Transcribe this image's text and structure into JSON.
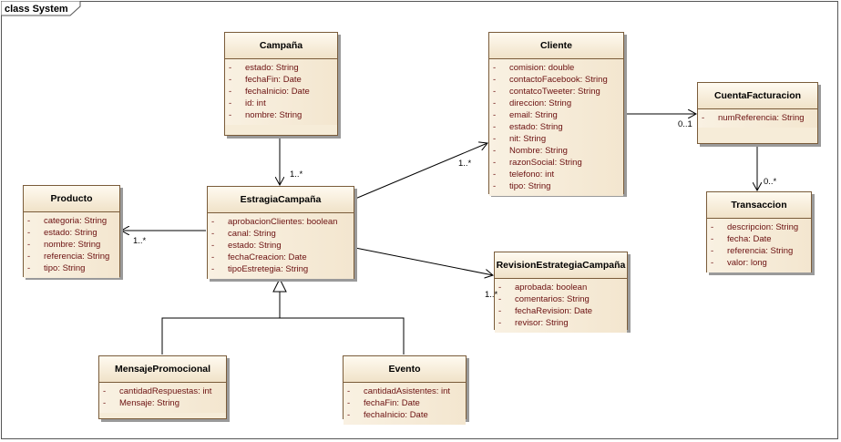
{
  "frame": {
    "title": "class System"
  },
  "classes": {
    "campana": {
      "name": "Campaña",
      "attributes": [
        {
          "vis": "-",
          "text": "estado:  String"
        },
        {
          "vis": "-",
          "text": "fechaFin:  Date"
        },
        {
          "vis": "-",
          "text": "fechaInicio:  Date"
        },
        {
          "vis": "-",
          "text": "id:  int"
        },
        {
          "vis": "-",
          "text": "nombre:  String"
        }
      ]
    },
    "cliente": {
      "name": "Cliente",
      "attributes": [
        {
          "vis": "-",
          "text": "comision:  double"
        },
        {
          "vis": "-",
          "text": "contactoFacebook:  String"
        },
        {
          "vis": "-",
          "text": "contatcoTweeter:  String"
        },
        {
          "vis": "-",
          "text": "direccion:  String"
        },
        {
          "vis": "-",
          "text": "email:  String"
        },
        {
          "vis": "-",
          "text": "estado:  String"
        },
        {
          "vis": "-",
          "text": "nit:  String"
        },
        {
          "vis": "-",
          "text": "Nombre:  String"
        },
        {
          "vis": "-",
          "text": "razonSocial:  String"
        },
        {
          "vis": "-",
          "text": "telefono:  int"
        },
        {
          "vis": "-",
          "text": "tipo:  String"
        }
      ]
    },
    "cuenta": {
      "name": "CuentaFacturacion",
      "attributes": [
        {
          "vis": "-",
          "text": "numReferencia:  String"
        }
      ]
    },
    "transaccion": {
      "name": "Transaccion",
      "attributes": [
        {
          "vis": "-",
          "text": "descripcion:  String"
        },
        {
          "vis": "-",
          "text": "fecha:  Date"
        },
        {
          "vis": "-",
          "text": "referencia:  String"
        },
        {
          "vis": "-",
          "text": "valor:  long"
        }
      ]
    },
    "producto": {
      "name": "Producto",
      "attributes": [
        {
          "vis": "-",
          "text": "categoria:  String"
        },
        {
          "vis": "-",
          "text": "estado:  String"
        },
        {
          "vis": "-",
          "text": "nombre:  String"
        },
        {
          "vis": "-",
          "text": "referencia:  String"
        },
        {
          "vis": "-",
          "text": "tipo:  String"
        }
      ]
    },
    "estrategia": {
      "name": "EstragiaCampaña",
      "attributes": [
        {
          "vis": "-",
          "text": "aprobacionClientes:  boolean"
        },
        {
          "vis": "-",
          "text": "canal:  String"
        },
        {
          "vis": "-",
          "text": "estado:  String"
        },
        {
          "vis": "-",
          "text": "fechaCreacion:  Date"
        },
        {
          "vis": "-",
          "text": "tipoEstretegia:  String"
        }
      ]
    },
    "revision": {
      "name": "RevisionEstrategiaCampaña",
      "attributes": [
        {
          "vis": "-",
          "text": "aprobada:  boolean"
        },
        {
          "vis": "-",
          "text": "comentarios:  String"
        },
        {
          "vis": "-",
          "text": "fechaRevision:  Date"
        },
        {
          "vis": "-",
          "text": "revisor:  String"
        }
      ]
    },
    "mensaje": {
      "name": "MensajePromocional",
      "attributes": [
        {
          "vis": "-",
          "text": "cantidadRespuestas:  int"
        },
        {
          "vis": "-",
          "text": "Mensaje:  String"
        }
      ]
    },
    "evento": {
      "name": "Evento",
      "attributes": [
        {
          "vis": "-",
          "text": "cantidadAsistentes:  int"
        },
        {
          "vis": "-",
          "text": "fechaFin:  Date"
        },
        {
          "vis": "-",
          "text": "fechaInicio:  Date"
        }
      ]
    }
  },
  "multiplicities": {
    "campana_estrategia": "1..*",
    "estrategia_cliente": "1..*",
    "cliente_cuenta": "0..1",
    "cuenta_transaccion": "0..*",
    "estrategia_producto": "1..*",
    "estrategia_revision": "1..*"
  },
  "colors": {
    "class_fill": "#f6ecd8",
    "class_border": "#7a5c3a",
    "attribute_text": "#6b1010",
    "line": "#000000"
  }
}
